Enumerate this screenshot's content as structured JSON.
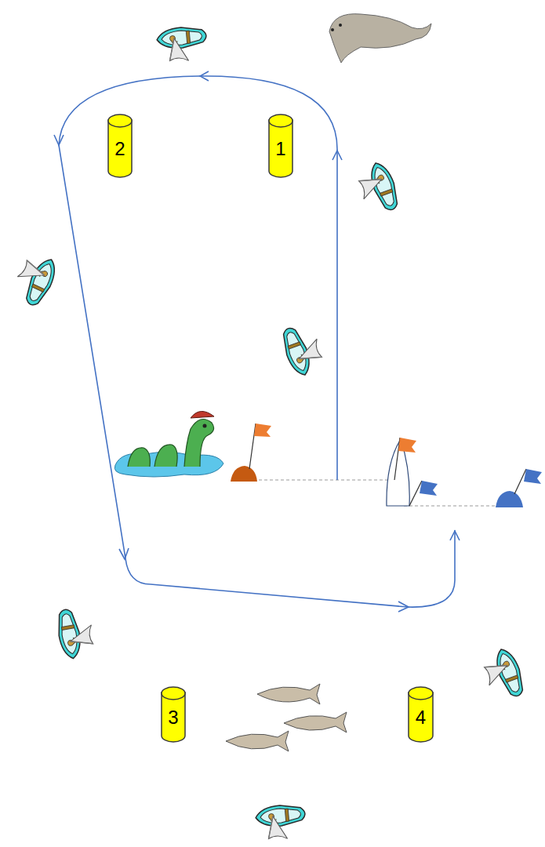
{
  "diagram": {
    "nodes": [
      {
        "text": [
          "2"
        ]
      },
      {
        "text": [
          "1"
        ]
      },
      {
        "text": [
          "3"
        ]
      },
      {
        "text": [
          "4"
        ]
      }
    ]
  }
}
